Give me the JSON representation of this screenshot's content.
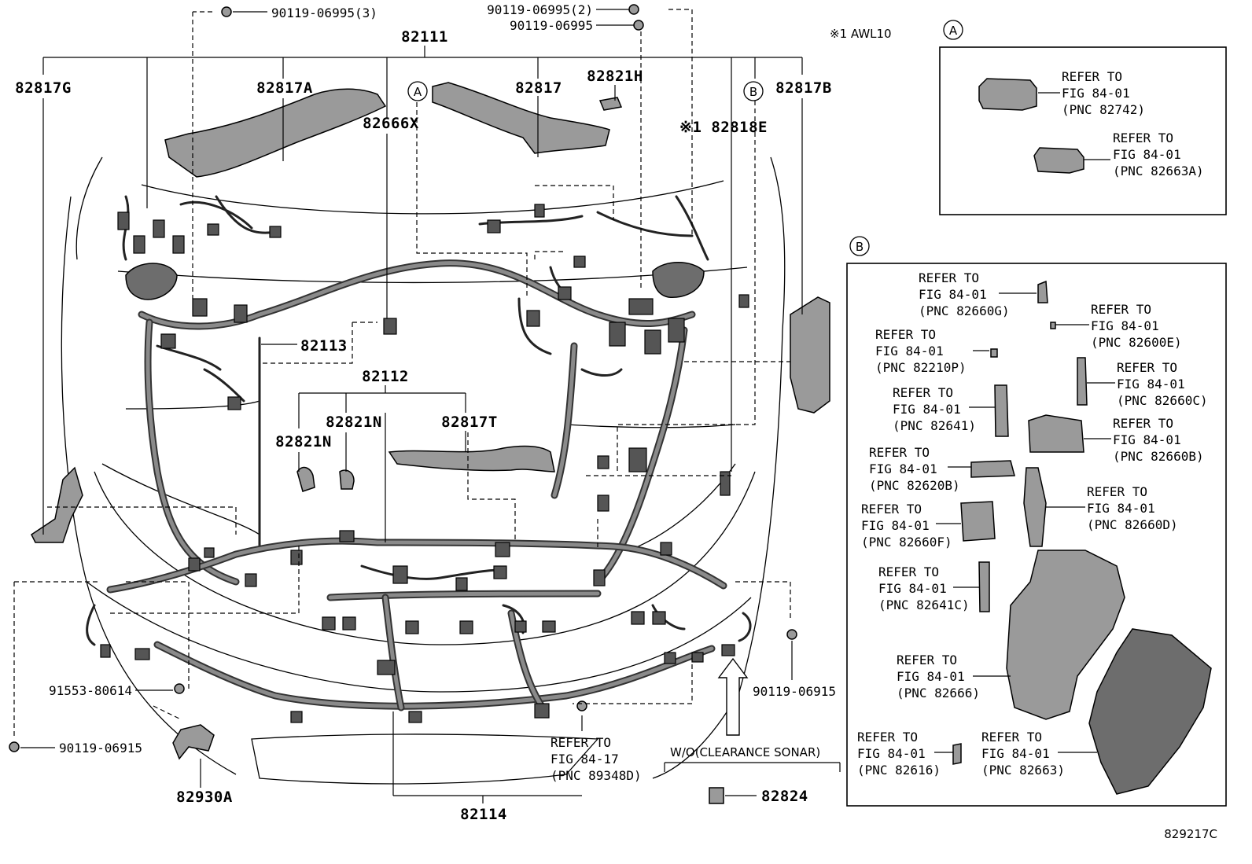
{
  "top_labels": {
    "p_82817G": "82817G",
    "p_82817A": "82817A",
    "p_82111": "82111",
    "p_82666X": "82666X",
    "p_82817": "82817",
    "p_82821H": "82821H",
    "p_82818E": "※1 82818E",
    "p_82817B": "82817B",
    "bolt1": "90119-06995(3)",
    "bolt2": "90119-06995(2)",
    "bolt3": "90119-06995",
    "awl_note": "※1 AWL10",
    "callout_a": "A",
    "callout_b": "B"
  },
  "mid_labels": {
    "p_82113": "82113",
    "p_82112": "82112",
    "p_82821N_1": "82821N",
    "p_82821N_2": "82821N",
    "p_82817T": "82817T"
  },
  "bottom_labels": {
    "bolt_91553": "91553-80614",
    "bolt_90119_left": "90119-06915",
    "p_82930A": "82930A",
    "p_82114": "82114",
    "refer_line1": "REFER TO",
    "refer_line2": "FIG 84-17",
    "refer_line3": "(PNC 89348D)",
    "wo_sonar": "W/O(CLEARANCE SONAR)",
    "p_82824": "82824",
    "bolt_90119_right": "90119-06915",
    "fig_code": "829217C"
  },
  "inset_a": {
    "title": "A",
    "items": [
      {
        "l1": "REFER TO",
        "l2": "FIG 84-01",
        "l3": "(PNC 82742)"
      },
      {
        "l1": "REFER TO",
        "l2": "FIG 84-01",
        "l3": "(PNC 82663A)"
      }
    ]
  },
  "inset_b": {
    "title": "B",
    "items": [
      {
        "l1": "REFER TO",
        "l2": "FIG 84-01",
        "l3": "(PNC 82660G)"
      },
      {
        "l1": "REFER TO",
        "l2": "FIG 84-01",
        "l3": "(PNC 82600E)"
      },
      {
        "l1": "REFER TO",
        "l2": "FIG 84-01",
        "l3": "(PNC 82210P)"
      },
      {
        "l1": "REFER TO",
        "l2": "FIG 84-01",
        "l3": "(PNC 82660C)"
      },
      {
        "l1": "REFER TO",
        "l2": "FIG 84-01",
        "l3": "(PNC 82641)"
      },
      {
        "l1": "REFER TO",
        "l2": "FIG 84-01",
        "l3": "(PNC 82660B)"
      },
      {
        "l1": "REFER TO",
        "l2": "FIG 84-01",
        "l3": "(PNC 82620B)"
      },
      {
        "l1": "REFER TO",
        "l2": "FIG 84-01",
        "l3": "(PNC 82660D)"
      },
      {
        "l1": "REFER TO",
        "l2": "FIG 84-01",
        "l3": "(PNC 82660F)"
      },
      {
        "l1": "REFER TO",
        "l2": "FIG 84-01",
        "l3": "(PNC 82641C)"
      },
      {
        "l1": "REFER TO",
        "l2": "FIG 84-01",
        "l3": "(PNC 82666)"
      },
      {
        "l1": "REFER TO",
        "l2": "FIG 84-01",
        "l3": "(PNC 82616)"
      },
      {
        "l1": "REFER TO",
        "l2": "FIG 84-01",
        "l3": "(PNC 82663)"
      }
    ]
  }
}
